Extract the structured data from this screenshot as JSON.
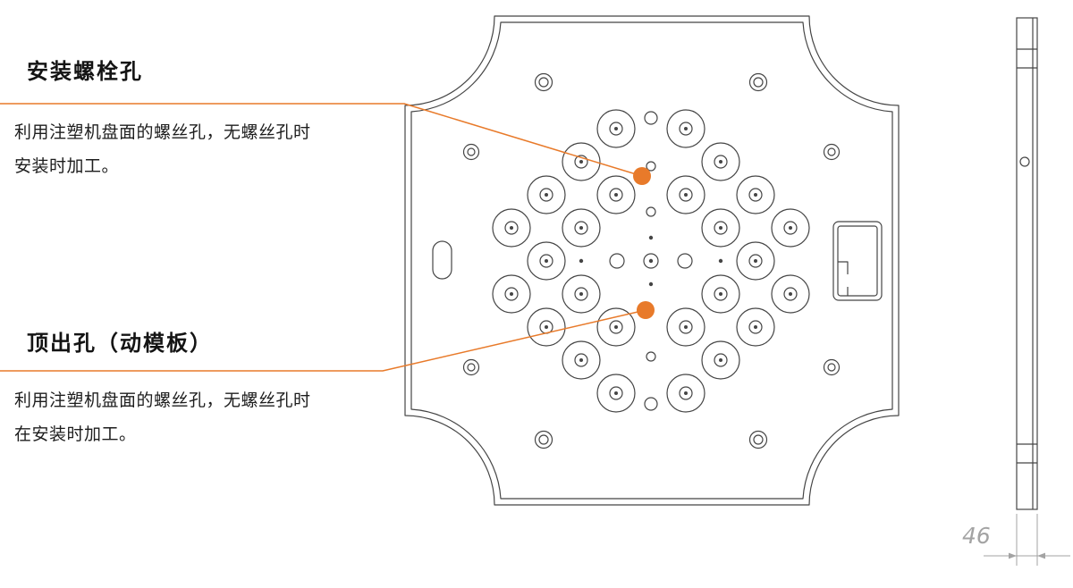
{
  "callouts": [
    {
      "title": "安装螺栓孔",
      "body": [
        "利用注塑机盘面的螺丝孔，无螺丝孔时",
        "安装时加工。"
      ]
    },
    {
      "title": "顶出孔（动模板）",
      "body": [
        "利用注塑机盘面的螺丝孔，无螺丝孔时",
        "在安装时加工。"
      ]
    }
  ],
  "side_view": {
    "dimension": "46"
  },
  "colors": {
    "accent": "#e87a2a",
    "line": "#454545",
    "dim": "#a3a3a3"
  }
}
